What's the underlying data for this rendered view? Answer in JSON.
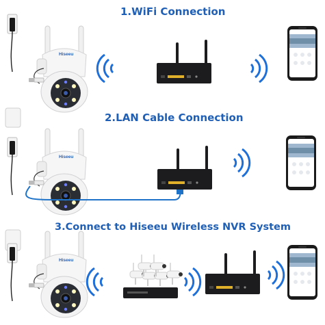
{
  "headings": {
    "wifi": "1.WiFi Connection",
    "lan": "2.LAN Cable Connection",
    "nvr": "3.Connect to Hiseeu Wireless NVR System"
  },
  "camera_brand": "Hiseeu",
  "colors": {
    "heading": "#1f5fb5",
    "wave": "#1e6fd8",
    "lan_cable": "#1e73c8",
    "camera_body": "#f2f3f5",
    "router": "#1c1c1e"
  },
  "icons": [
    "power-adapter-icon",
    "ptz-camera-icon",
    "wifi-wave-icon",
    "router-icon",
    "smartphone-icon",
    "nvr-kit-icon"
  ]
}
